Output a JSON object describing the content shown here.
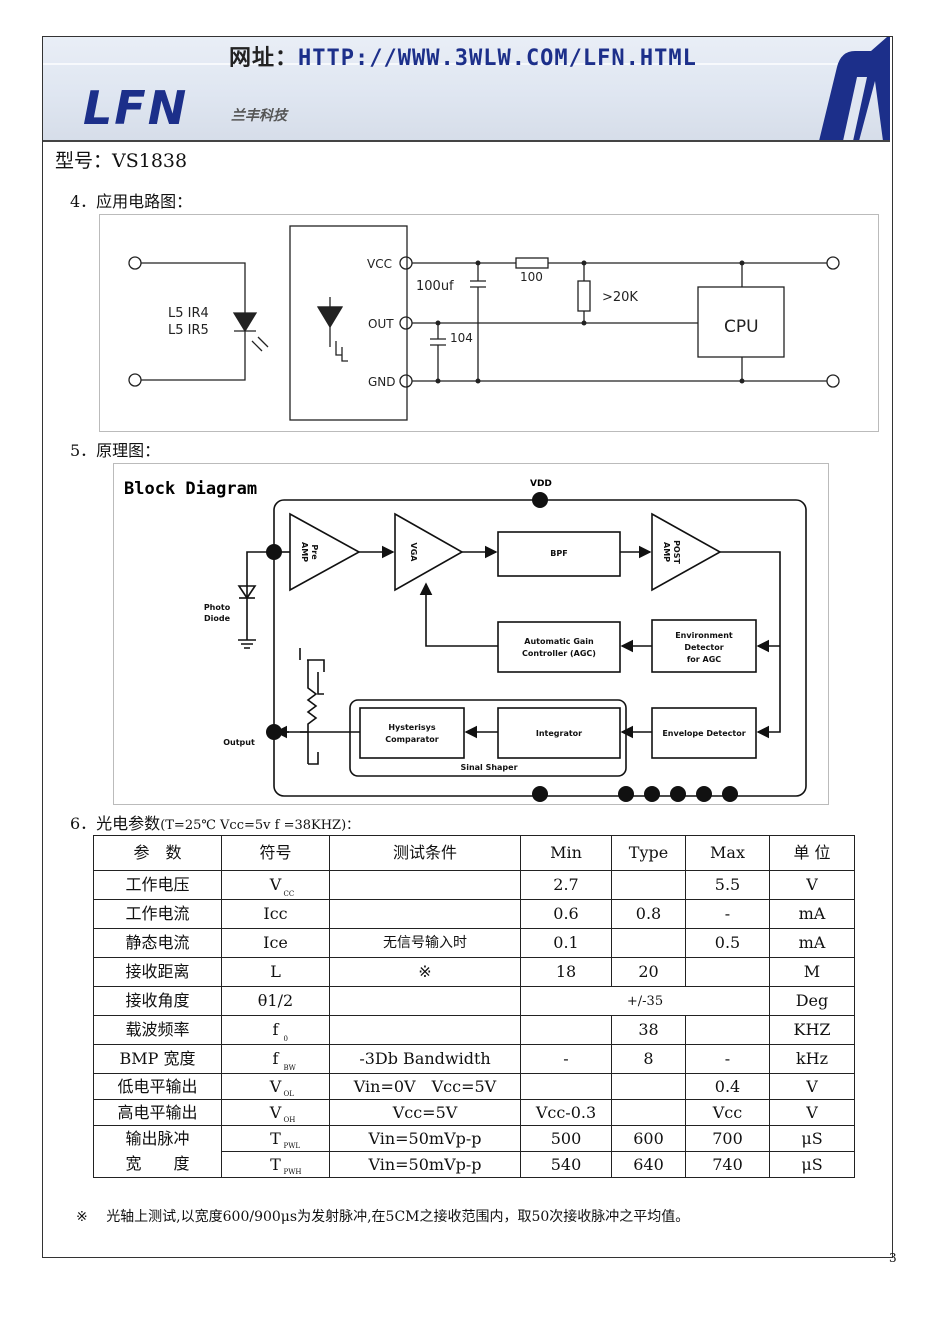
{
  "header": {
    "url_label": "网址：",
    "url": "HTTP://WWW.3WLW.COM/LFN.HTML",
    "logo": "LFN",
    "logo_cn": "兰丰科技"
  },
  "model": "型号：VS1838",
  "section4": "4．应用电路图：",
  "section5": "5．原理图：",
  "section6": "6．光电参数",
  "section6_cond": "(T=25℃ Vcc=5v f =38KHZ)：",
  "circuit": {
    "led_label_1": "L5 IR4",
    "led_label_2": "L5 IR5",
    "vcc": "VCC",
    "out": "OUT",
    "gnd": "GND",
    "cap1": "100uf",
    "cap2": "104",
    "res1": "100",
    "res2": ">20K",
    "cpu": "CPU"
  },
  "block": {
    "title": "Block Diagram",
    "vdd": "VDD",
    "pre_amp": [
      "Pre",
      "AMP"
    ],
    "vga": "VGA",
    "bpf": "BPF",
    "post_amp": [
      "POST",
      "AMP"
    ],
    "agc": [
      "Automatic Gain",
      "Controller (AGC)"
    ],
    "env_agc": [
      "Environment",
      "Detector",
      "for AGC"
    ],
    "photo": [
      "Photo",
      "Diode"
    ],
    "output": "Output",
    "hyst": [
      "Hysterisys",
      "Comparator"
    ],
    "integrator": "Integrator",
    "envelope": "Envelope Detector",
    "shaper": "Sinal Shaper"
  },
  "table": {
    "headers": [
      "参　数",
      "符号",
      "测试条件",
      "Min",
      "Type",
      "Max",
      "单 位"
    ],
    "rows": [
      {
        "param": "工作电压",
        "sym": "V",
        "sub": "CC",
        "cond": "",
        "min": "2.7",
        "typ": "",
        "max": "5.5",
        "unit": "V"
      },
      {
        "param": "工作电流",
        "sym": "Icc",
        "sub": "",
        "cond": "",
        "min": "0.6",
        "typ": "0.8",
        "max": "-",
        "unit": "mA"
      },
      {
        "param": "静态电流",
        "sym": "Ice",
        "sub": "",
        "cond": "无信号输入时",
        "min": "0.1",
        "typ": "",
        "max": "0.5",
        "unit": "mA"
      },
      {
        "param": "接收距离",
        "sym": "L",
        "sub": "",
        "cond": "※",
        "min": "18",
        "typ": "20",
        "max": "",
        "unit": "M"
      },
      {
        "param": "接收角度",
        "sym": "θ1/2",
        "sub": "",
        "span": "+/-35",
        "unit": "Deg"
      },
      {
        "param": "载波频率",
        "sym": "f",
        "sub": "0",
        "cond": "",
        "min": "",
        "typ": "38",
        "max": "",
        "unit": "KHZ"
      },
      {
        "param": "BMP 宽度",
        "sym": "f",
        "sub": "BW",
        "cond": "-3Db Bandwidth",
        "min": "-",
        "typ": "8",
        "max": "-",
        "unit": "kHz"
      },
      {
        "param": "低电平输出",
        "sym": "V",
        "sub": "OL",
        "cond": "Vin=0V　Vcc=5V",
        "min": "",
        "typ": "",
        "max": "0.4",
        "unit": "V"
      },
      {
        "param": "高电平输出",
        "sym": "V",
        "sub": "OH",
        "cond": "Vcc=5V",
        "min": "Vcc-0.3",
        "typ": "",
        "max": "Vcc",
        "unit": "V"
      },
      {
        "param": "输出脉冲",
        "sym": "T",
        "sub": "PWL",
        "cond": "Vin=50mVp-p",
        "min": "500",
        "typ": "600",
        "max": "700",
        "unit": "μS"
      },
      {
        "param": "宽　　度",
        "sym": "T",
        "sub": "PWH",
        "cond": "Vin=50mVp-p",
        "min": "540",
        "typ": "640",
        "max": "740",
        "unit": "μS"
      }
    ]
  },
  "note_mark": "※",
  "note": "光轴上测试,以宽度600/900μs为发射脉冲,在5CM之接收范围内，取50次接收脉冲之平均值。",
  "page": "3"
}
